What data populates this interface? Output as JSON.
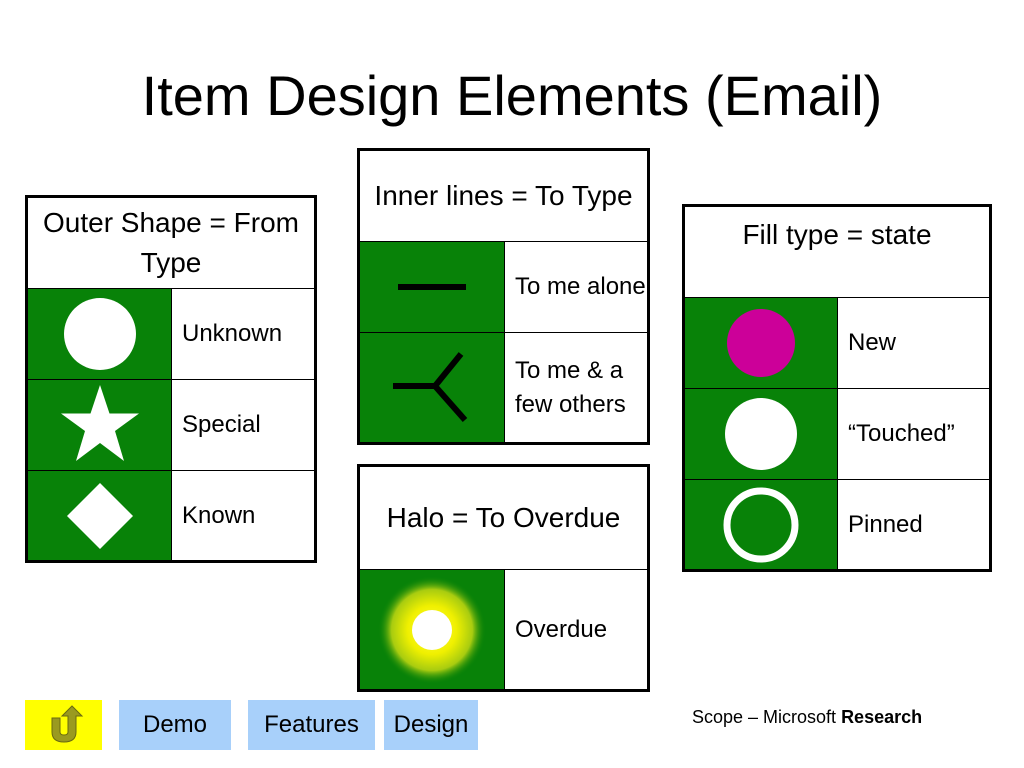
{
  "title": "Item Design Elements (Email)",
  "tables": {
    "outer_shape": {
      "header": "Outer Shape = From Type",
      "rows": [
        {
          "icon": "circle-icon",
          "label": "Unknown"
        },
        {
          "icon": "star-icon",
          "label": "Special"
        },
        {
          "icon": "diamond-icon",
          "label": "Known"
        }
      ]
    },
    "inner_lines": {
      "header": "Inner lines = To Type",
      "rows": [
        {
          "icon": "single-line-icon",
          "label": "To me alone"
        },
        {
          "icon": "forked-line-icon",
          "label": "To me & a few others"
        }
      ]
    },
    "halo": {
      "header": "Halo = To Overdue",
      "rows": [
        {
          "icon": "halo-circle-icon",
          "label": "Overdue"
        }
      ]
    },
    "fill_type": {
      "header": "Fill type = state",
      "rows": [
        {
          "icon": "magenta-filled-circle-icon",
          "label": "New"
        },
        {
          "icon": "white-filled-circle-icon",
          "label": "“Touched”"
        },
        {
          "icon": "ring-circle-icon",
          "label": "Pinned"
        }
      ]
    }
  },
  "nav": {
    "back_icon": "u-turn-arrow-icon",
    "demo": "Demo",
    "features": "Features",
    "design": "Design"
  },
  "footer": {
    "prefix": "Scope – Microsoft ",
    "bold": "Research"
  },
  "colors": {
    "swatch_green": "#088208",
    "new_magenta": "#cc0099",
    "halo_yellow": "#f4f400",
    "nav_blue": "#a8d0fa",
    "back_yellow": "#ffff00"
  }
}
